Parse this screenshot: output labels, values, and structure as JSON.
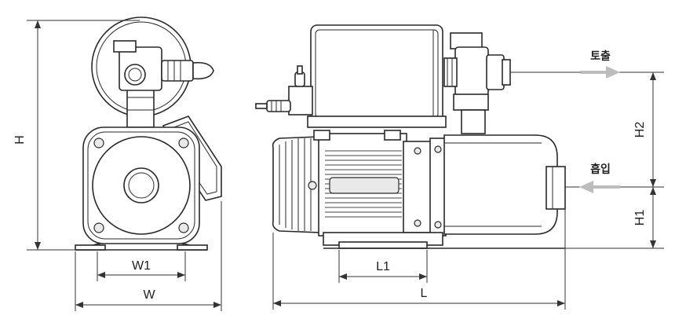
{
  "diagram": {
    "dimension_labels": {
      "H": "H",
      "W1": "W1",
      "W": "W",
      "L1": "L1",
      "L": "L",
      "H2": "H2",
      "H1": "H1"
    },
    "port_labels": {
      "discharge": "토출",
      "suction": "흡입"
    },
    "colors": {
      "line": "#2a2a2a",
      "flow_arrow": "#bdbdbd",
      "background": "#ffffff"
    }
  }
}
